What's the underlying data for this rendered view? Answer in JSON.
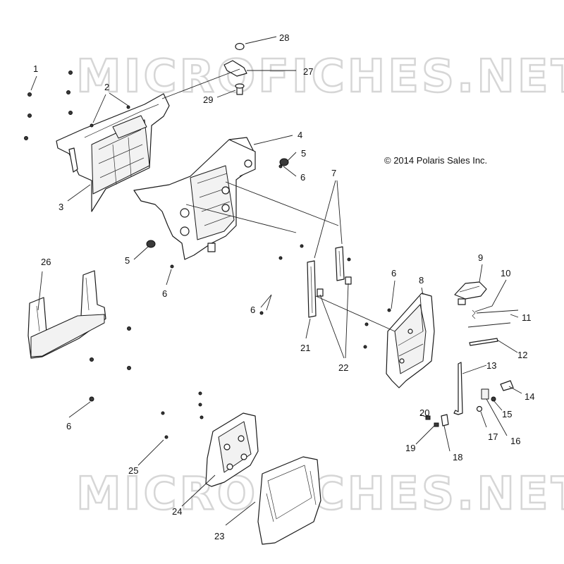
{
  "watermark": {
    "top_text": "MICROFICHES.NET",
    "bottom_text": "MICROFICHES.NET"
  },
  "copyright": "© 2014 Polaris Sales Inc.",
  "callouts": [
    {
      "id": "c1",
      "label": "1"
    },
    {
      "id": "c2",
      "label": "2"
    },
    {
      "id": "c3",
      "label": "3"
    },
    {
      "id": "c4",
      "label": "4"
    },
    {
      "id": "c5a",
      "label": "5"
    },
    {
      "id": "c5b",
      "label": "5"
    },
    {
      "id": "c6a",
      "label": "6"
    },
    {
      "id": "c6b",
      "label": "6"
    },
    {
      "id": "c6c",
      "label": "6"
    },
    {
      "id": "c6d",
      "label": "6"
    },
    {
      "id": "c6e",
      "label": "6"
    },
    {
      "id": "c7",
      "label": "7"
    },
    {
      "id": "c8",
      "label": "8"
    },
    {
      "id": "c9",
      "label": "9"
    },
    {
      "id": "c10",
      "label": "10"
    },
    {
      "id": "c11",
      "label": "11"
    },
    {
      "id": "c12",
      "label": "12"
    },
    {
      "id": "c13",
      "label": "13"
    },
    {
      "id": "c14",
      "label": "14"
    },
    {
      "id": "c15",
      "label": "15"
    },
    {
      "id": "c16",
      "label": "16"
    },
    {
      "id": "c17",
      "label": "17"
    },
    {
      "id": "c18",
      "label": "18"
    },
    {
      "id": "c19",
      "label": "19"
    },
    {
      "id": "c20",
      "label": "20"
    },
    {
      "id": "c21",
      "label": "21"
    },
    {
      "id": "c22",
      "label": "22"
    },
    {
      "id": "c23",
      "label": "23"
    },
    {
      "id": "c24",
      "label": "24"
    },
    {
      "id": "c25",
      "label": "25"
    },
    {
      "id": "c26",
      "label": "26"
    },
    {
      "id": "c27",
      "label": "27"
    },
    {
      "id": "c28",
      "label": "28"
    },
    {
      "id": "c29",
      "label": "29"
    }
  ]
}
